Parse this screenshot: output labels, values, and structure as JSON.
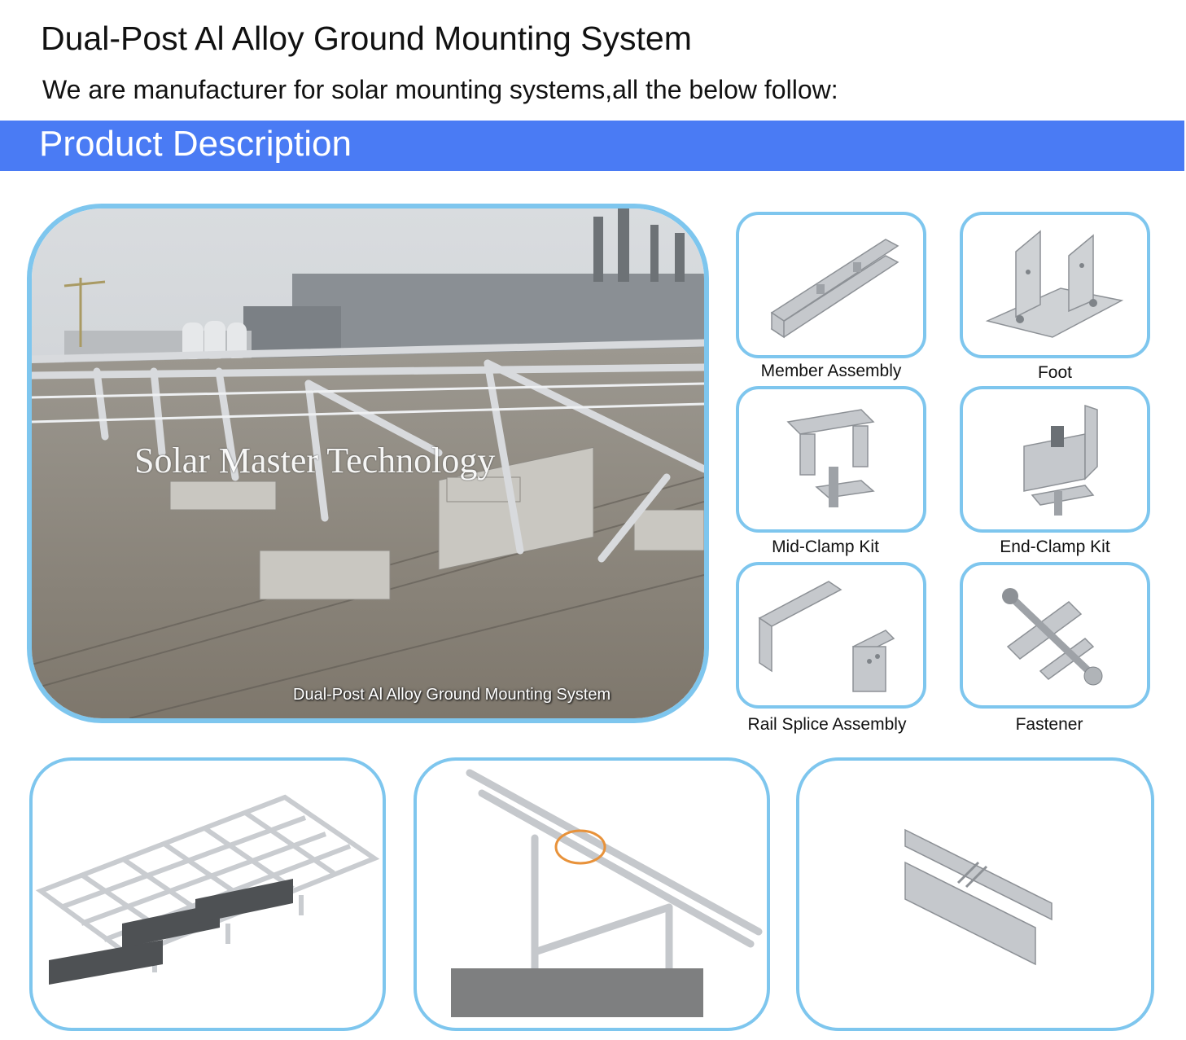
{
  "header": {
    "title": "Dual-Post Al Alloy Ground Mounting System",
    "subtitle": "We are manufacturer for solar mounting systems,all the below follow:",
    "banner": "Product Description",
    "banner_color": "#4a7bf4"
  },
  "photo": {
    "watermark": "Solar Master Technology",
    "caption": "Dual-Post Al Alloy Ground Mounting System"
  },
  "parts": [
    {
      "label": "Member Assembly",
      "icon": "member-assembly-icon"
    },
    {
      "label": "Foot",
      "icon": "foot-icon"
    },
    {
      "label": "Mid-Clamp Kit",
      "icon": "mid-clamp-kit-icon"
    },
    {
      "label": "End-Clamp Kit",
      "icon": "end-clamp-kit-icon"
    },
    {
      "label": "Rail Splice Assembly",
      "icon": "rail-splice-assembly-icon"
    },
    {
      "label": "Fastener",
      "icon": "fastener-icon"
    }
  ],
  "frame_color": "#7ec6ee",
  "highlight_color": "#e8923a"
}
